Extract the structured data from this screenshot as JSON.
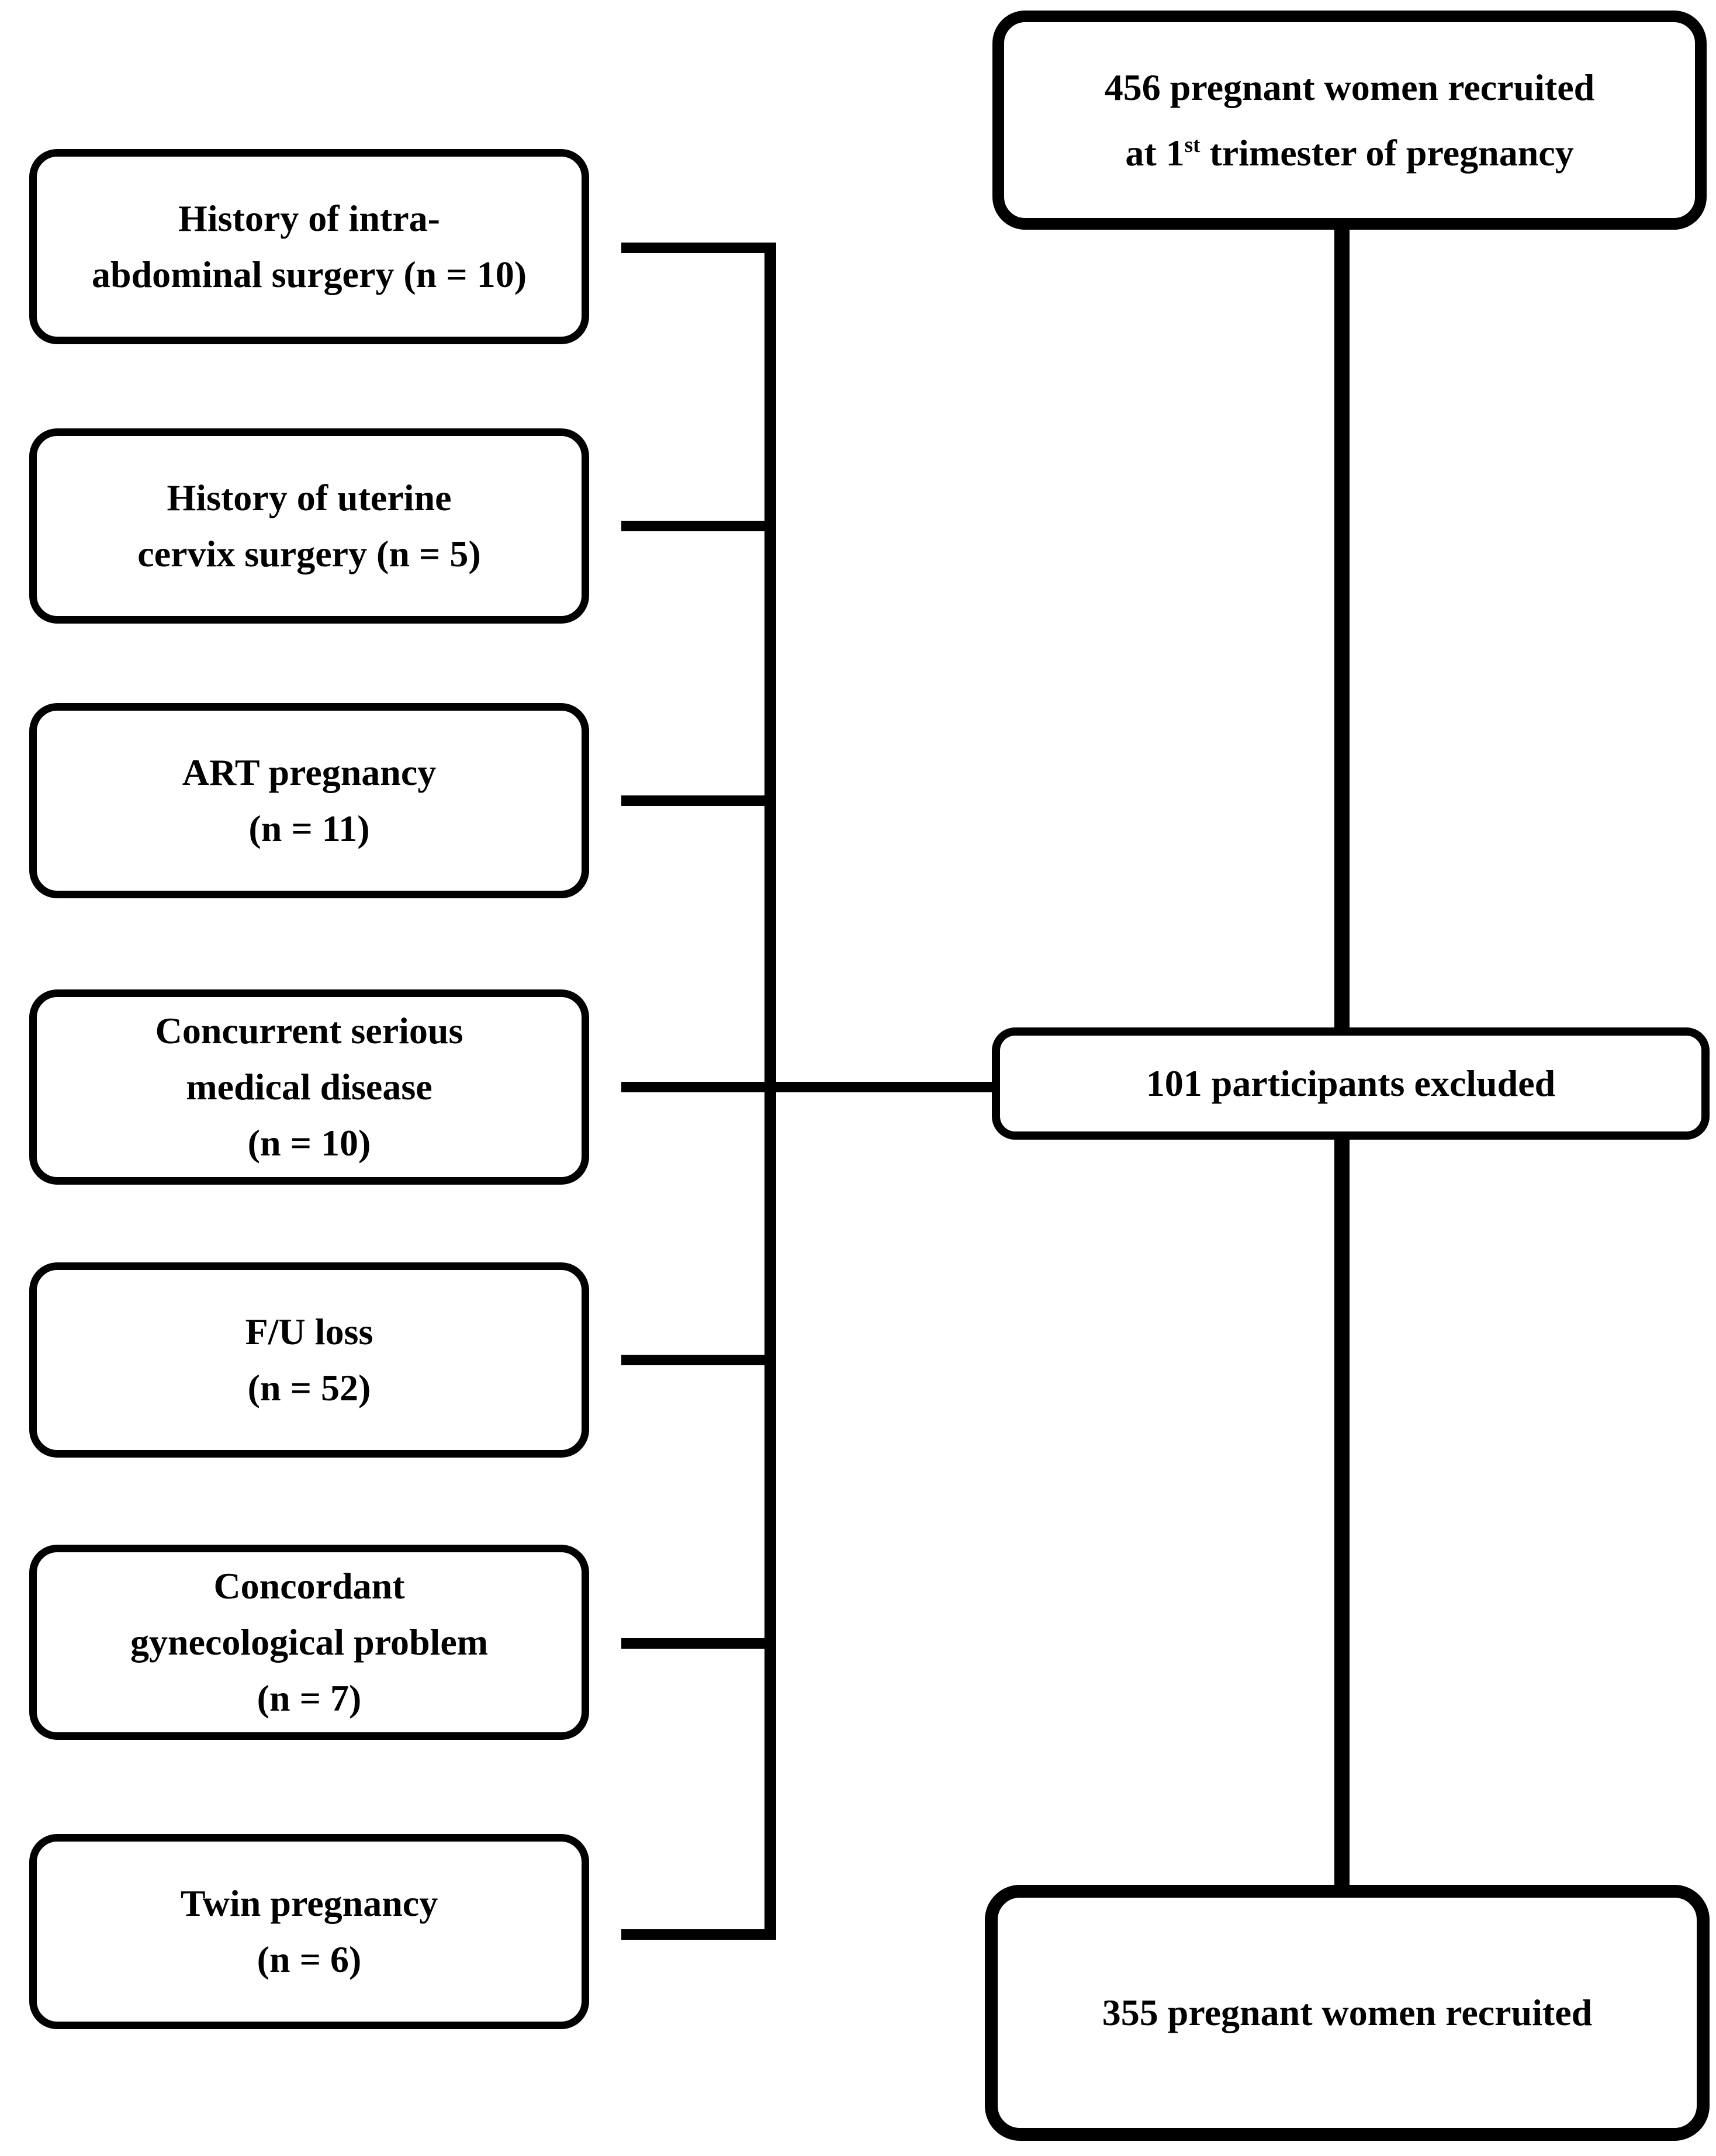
{
  "figure": {
    "top_box": {
      "line1": "456 pregnant women recruited",
      "line2_prefix": "at 1",
      "line2_sup": "st",
      "line2_suffix": " trimester of pregnancy"
    },
    "excluded_box": {
      "label": "101 participants excluded"
    },
    "bottom_box": {
      "label": "355 pregnant women recruited"
    },
    "exclusion_boxes": [
      {
        "label": "History of intra-\nabdominal surgery (n = 10)"
      },
      {
        "label": "History of uterine\ncervix surgery (n = 5)"
      },
      {
        "label": "ART pregnancy\n(n = 11)"
      },
      {
        "label": "Concurrent serious\nmedical disease\n(n = 10)"
      },
      {
        "label": "F/U loss\n(n = 52)"
      },
      {
        "label": "Concordant\ngynecological problem\n(n = 7)"
      },
      {
        "label": "Twin pregnancy\n(n = 6)"
      }
    ],
    "line_color": "#000000"
  }
}
